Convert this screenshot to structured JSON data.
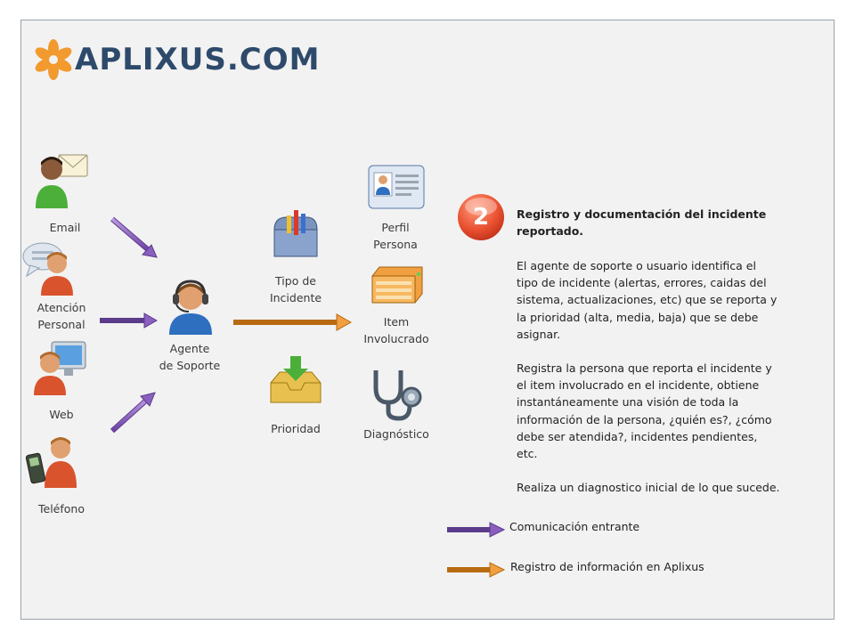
{
  "brand": {
    "logo_text": "APLIXUS.COM",
    "color": "#2e4a6b",
    "accent": "#f29a2e"
  },
  "channels": [
    {
      "label": "Email",
      "icon": "email-person-icon"
    },
    {
      "label_line1": "Atención",
      "label_line2": "Personal",
      "icon": "speech-person-icon"
    },
    {
      "label": "Web",
      "icon": "computer-person-icon"
    },
    {
      "label": "Teléfono",
      "icon": "phone-person-icon"
    }
  ],
  "agent": {
    "label_line1": "Agente",
    "label_line2": "de Soporte",
    "icon": "headset-agent-icon"
  },
  "registration_items": [
    {
      "label_line1": "Tipo de",
      "label_line2": "Incidente",
      "icon": "mailbox-icon"
    },
    {
      "label": "Prioridad",
      "icon": "inbox-tray-icon"
    },
    {
      "label_line1": "Perfil",
      "label_line2": "Persona",
      "icon": "id-card-icon"
    },
    {
      "label_line1": "Item",
      "label_line2": "Involucrado",
      "icon": "server-box-icon"
    },
    {
      "label": "Diagnóstico",
      "icon": "stethoscope-icon"
    }
  ],
  "step": {
    "number": "2",
    "title_line1": "Registro  y documentación del incidente",
    "title_line2": "reportado.",
    "paragraphs": [
      [
        "El agente de soporte o usuario identifica el",
        "tipo de incidente (alertas, errores, caidas del",
        "sistema, actualizaciones, etc)  que se reporta y",
        "la prioridad (alta, media, baja) que se debe",
        "asignar."
      ],
      [
        "Registra la persona que reporta el incidente y",
        "el item involucrado en el incidente, obtiene",
        "instantáneamente una visión de toda la",
        "información de la persona, ¿quién es?, ¿cómo",
        "debe ser atendida?, incidentes pendientes,",
        "etc."
      ],
      [
        "Realiza un diagnostico inicial de lo que sucede."
      ]
    ]
  },
  "legend": [
    {
      "label": "Comunicación entrante",
      "color": "#8b5fbf"
    },
    {
      "label": "Registro de información en Aplixus",
      "color": "#f0a040"
    }
  ]
}
